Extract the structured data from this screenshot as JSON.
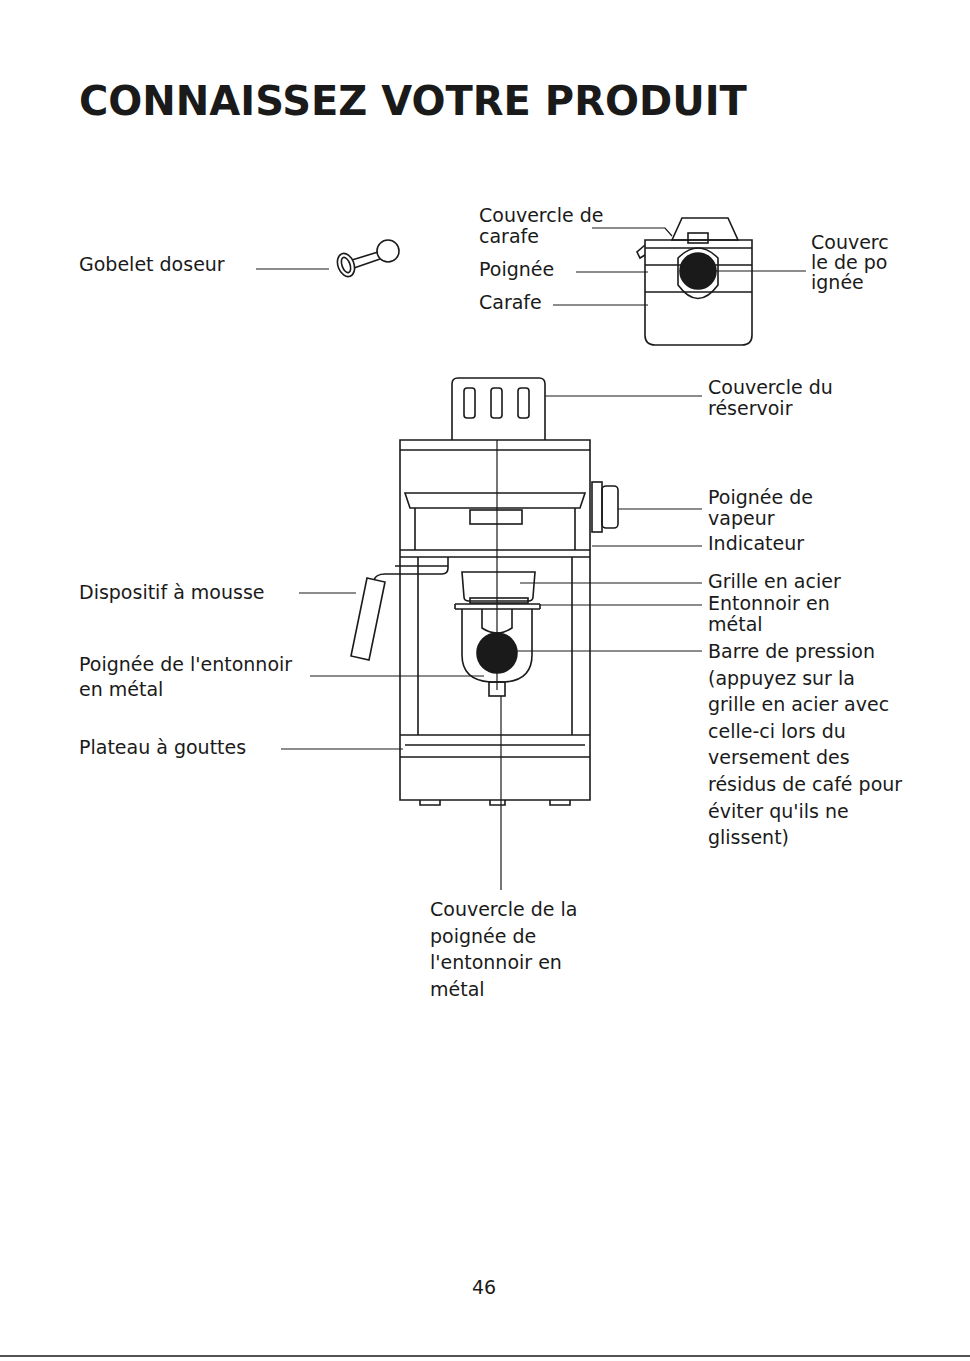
{
  "diagram": {
    "title": "CONNAISSEZ VOTRE PRODUIT",
    "labels": [
      "Couvercle de carafe",
      "Gobelet doseur",
      "Poignée",
      "Carafe",
      "Couvercle de poignée",
      "Couvercle du réservoir",
      "Poignée de vapeur",
      "Indicateur",
      "Dispositif à mousse",
      "Grille en acier",
      "Entonnoir en métal",
      "Poignée de l'entonnoir en métal",
      "Barre de pression (appuyez sur la grille en acier avec celle-ci lors du versement des résidus de café pour éviter qu'ils ne glissent)",
      "Plateau à gouttes",
      "Couvercle de la poignée de l'entonnoir en métal",
      "46"
    ]
  }
}
